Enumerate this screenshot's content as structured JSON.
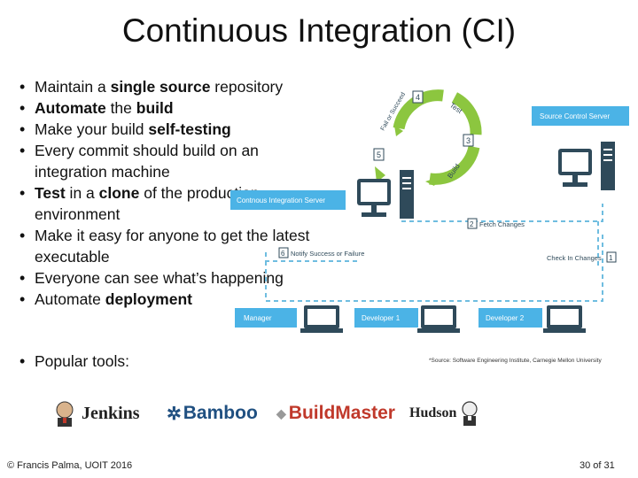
{
  "slide": {
    "title": "Continuous Integration (CI)",
    "bullets": [
      [
        {
          "t": "Maintain a ",
          "b": false
        },
        {
          "t": "single source",
          "b": true
        },
        {
          "t": " repository",
          "b": false
        }
      ],
      [
        {
          "t": "Automate",
          "b": true
        },
        {
          "t": " the ",
          "b": false
        },
        {
          "t": "build",
          "b": true
        }
      ],
      [
        {
          "t": "Make your build ",
          "b": false
        },
        {
          "t": "self-testing",
          "b": true
        }
      ],
      [
        {
          "t": "Every commit should build on an integration machine",
          "b": false
        }
      ],
      [
        {
          "t": "Test",
          "b": true
        },
        {
          "t": " in a ",
          "b": false
        },
        {
          "t": "clone",
          "b": true
        },
        {
          "t": " of the production environment",
          "b": false
        }
      ],
      [
        {
          "t": "Make it easy for anyone to get the latest executable",
          "b": false
        }
      ],
      [
        {
          "t": "Everyone can see what’s happening",
          "b": false
        }
      ],
      [
        {
          "t": "Automate ",
          "b": false
        },
        {
          "t": "deployment",
          "b": true
        }
      ]
    ],
    "tools_label": "Popular tools:",
    "source_note": "*Source: Software Engineering Institute, Carnegie Mellon University",
    "footer_left": "© Francis Palma, UOIT 2016",
    "footer_right": "30 of 31"
  },
  "diagram": {
    "server_label": "Contnous Integration Server",
    "source_control_label": "Source Control Server",
    "manager_label": "Manager",
    "developer1_label": "Developer 1",
    "developer2_label": "Developer 2",
    "cycle_steps": {
      "fail_or_success": "Fail or Succeed",
      "test": "Test",
      "build": "Build"
    },
    "step_numbers": [
      "1",
      "2",
      "3",
      "4",
      "5",
      "6"
    ],
    "fetch_changes": "Fetch Changes",
    "notify": "Notify Success or Failure",
    "check_in": "Check In Changes",
    "colors": {
      "label_blue": "#4bb3e6",
      "arrow_green": "#8cc63f",
      "dark_slate": "#2f4a5a",
      "dashed_blue": "#6fbde0"
    }
  },
  "logos": {
    "jenkins": "Jenkins",
    "bamboo": "Bamboo",
    "buildmaster": "BuildMaster",
    "hudson": "Hudson"
  }
}
